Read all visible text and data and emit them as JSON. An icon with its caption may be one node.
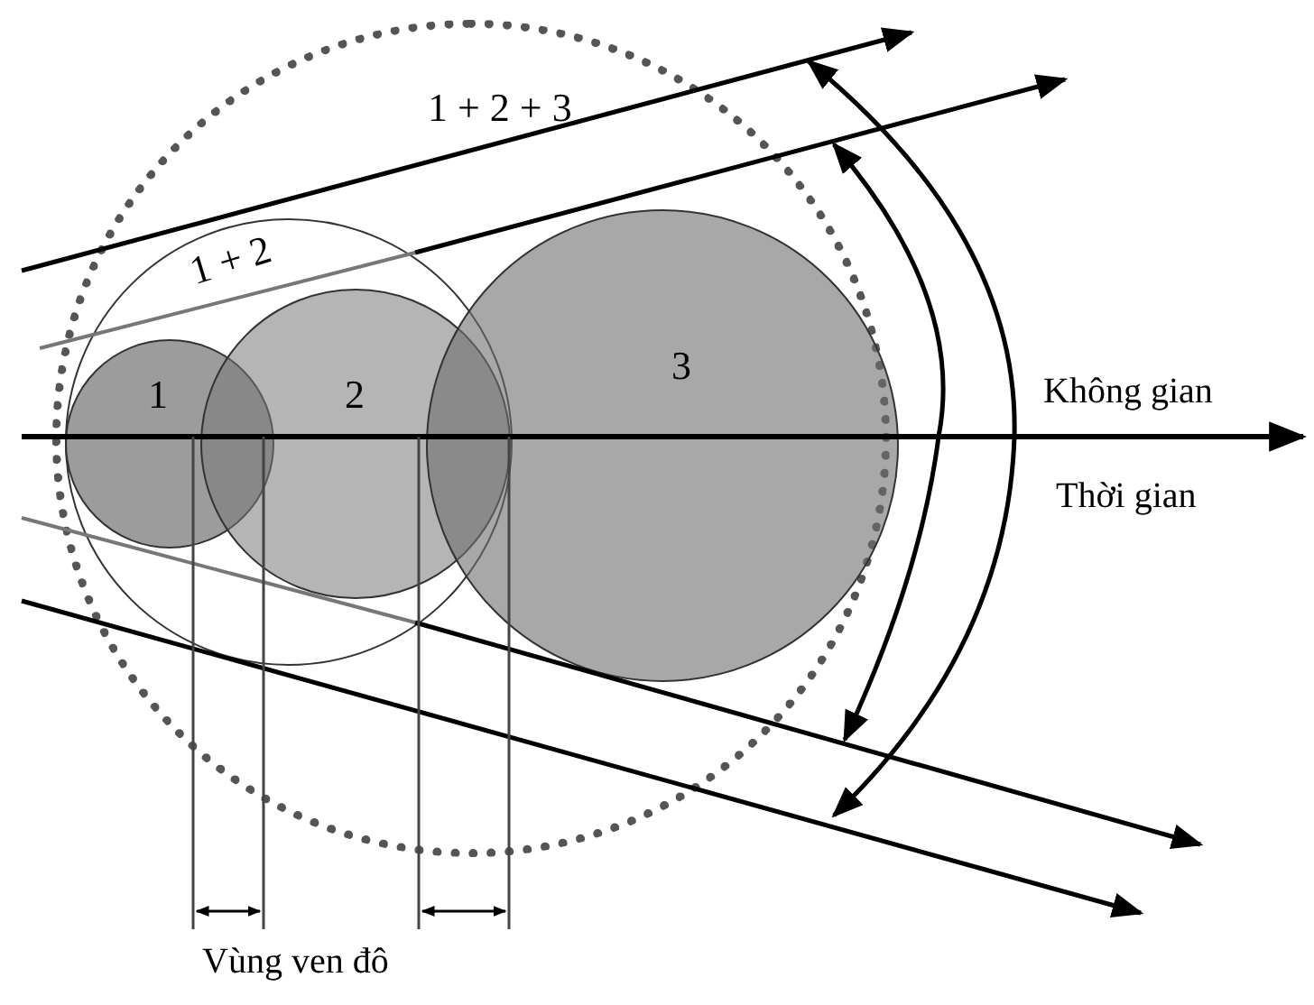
{
  "diagram": {
    "nodes": [
      {
        "text": [
          "1 + 2 + 3"
        ]
      },
      {
        "text": [
          "1 + 2"
        ],
        "in": 0
      },
      {
        "text": [
          "1"
        ],
        "in": 1
      },
      {
        "text": [
          "2"
        ],
        "in": 1
      },
      {
        "text": [
          "3"
        ],
        "in": 0
      }
    ],
    "labels": [
      "Không gian",
      "Thời gian",
      "Vùng ven đô"
    ]
  }
}
